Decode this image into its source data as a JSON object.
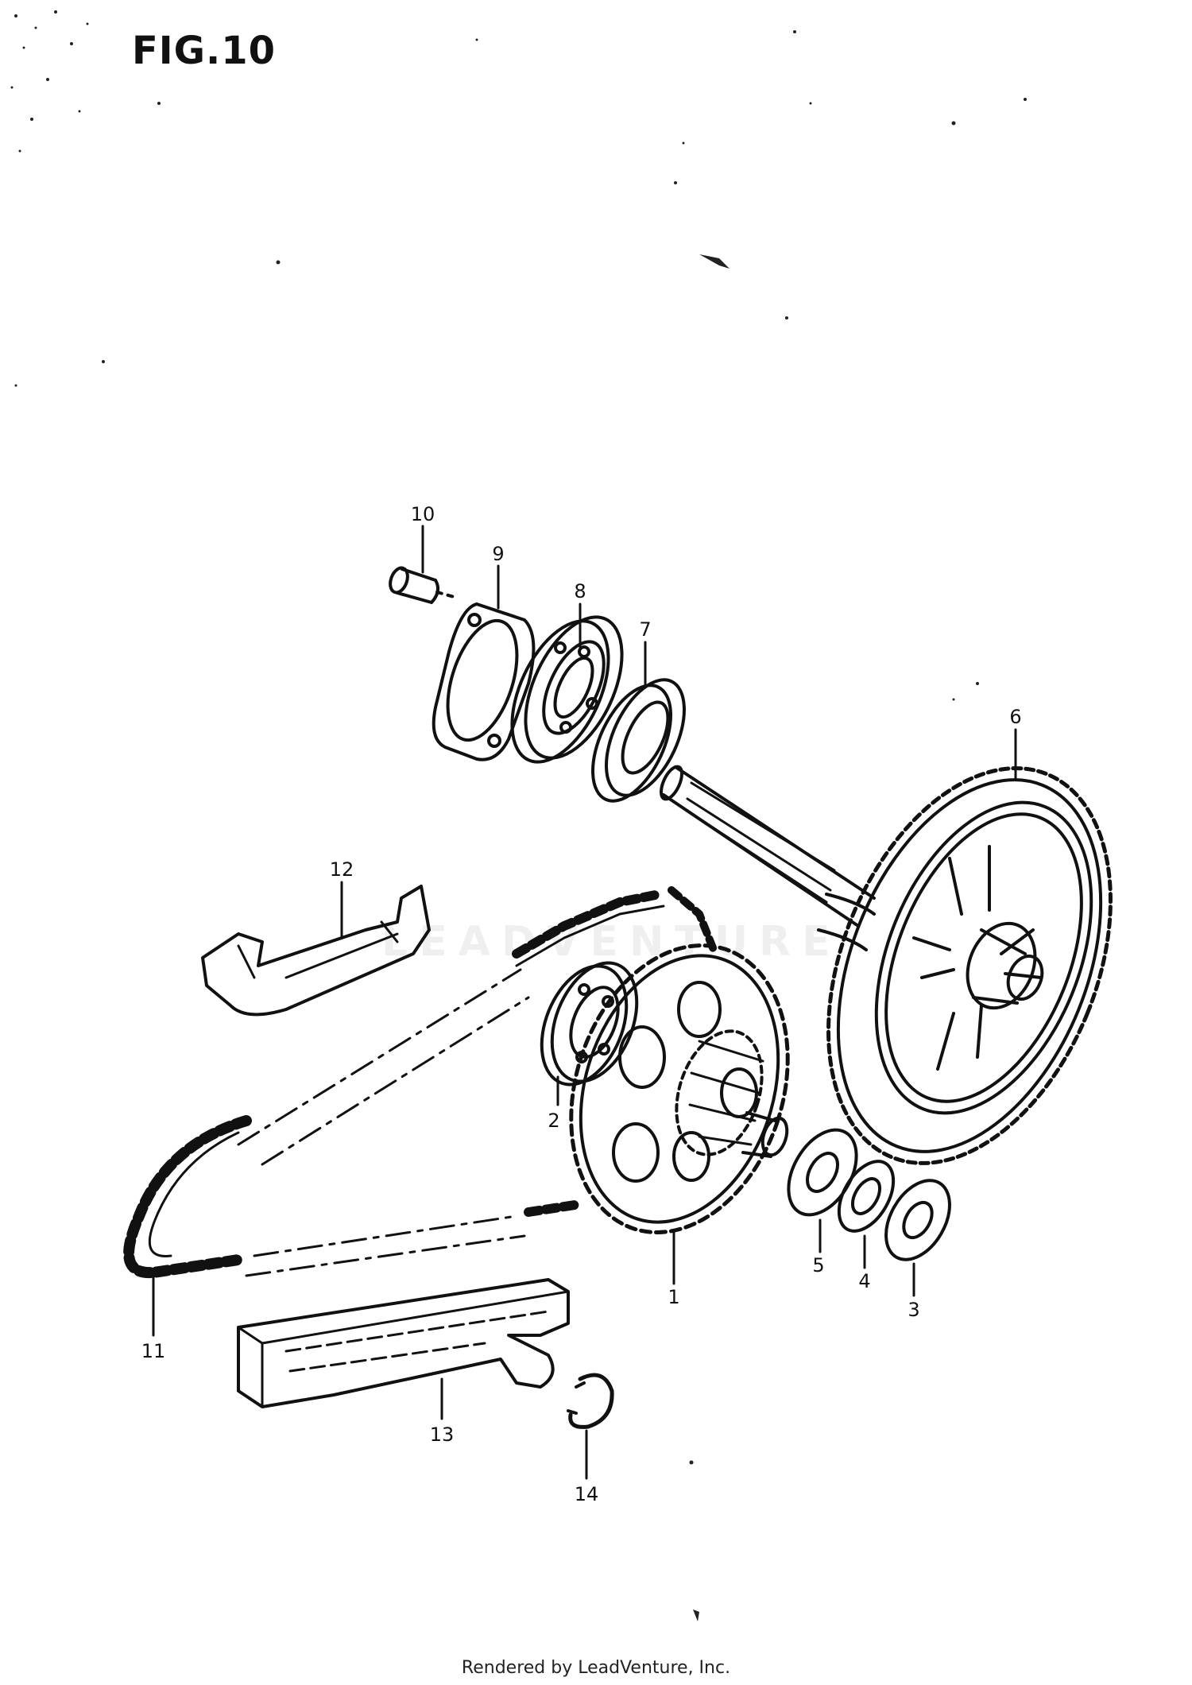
{
  "figure": {
    "title": "FIG.10"
  },
  "watermark": {
    "text": "LEADVENTURE"
  },
  "footer": {
    "credit": "Rendered by LeadVenture, Inc."
  },
  "callouts": {
    "c1": "1",
    "c2": "2",
    "c3": "3",
    "c4": "4",
    "c5": "5",
    "c6": "6",
    "c7": "7",
    "c8": "8",
    "c9": "9",
    "c10": "10",
    "c11": "11",
    "c12": "12",
    "c13": "13",
    "c14": "14"
  },
  "colors": {
    "ink": "#111111",
    "paper": "#ffffff"
  }
}
